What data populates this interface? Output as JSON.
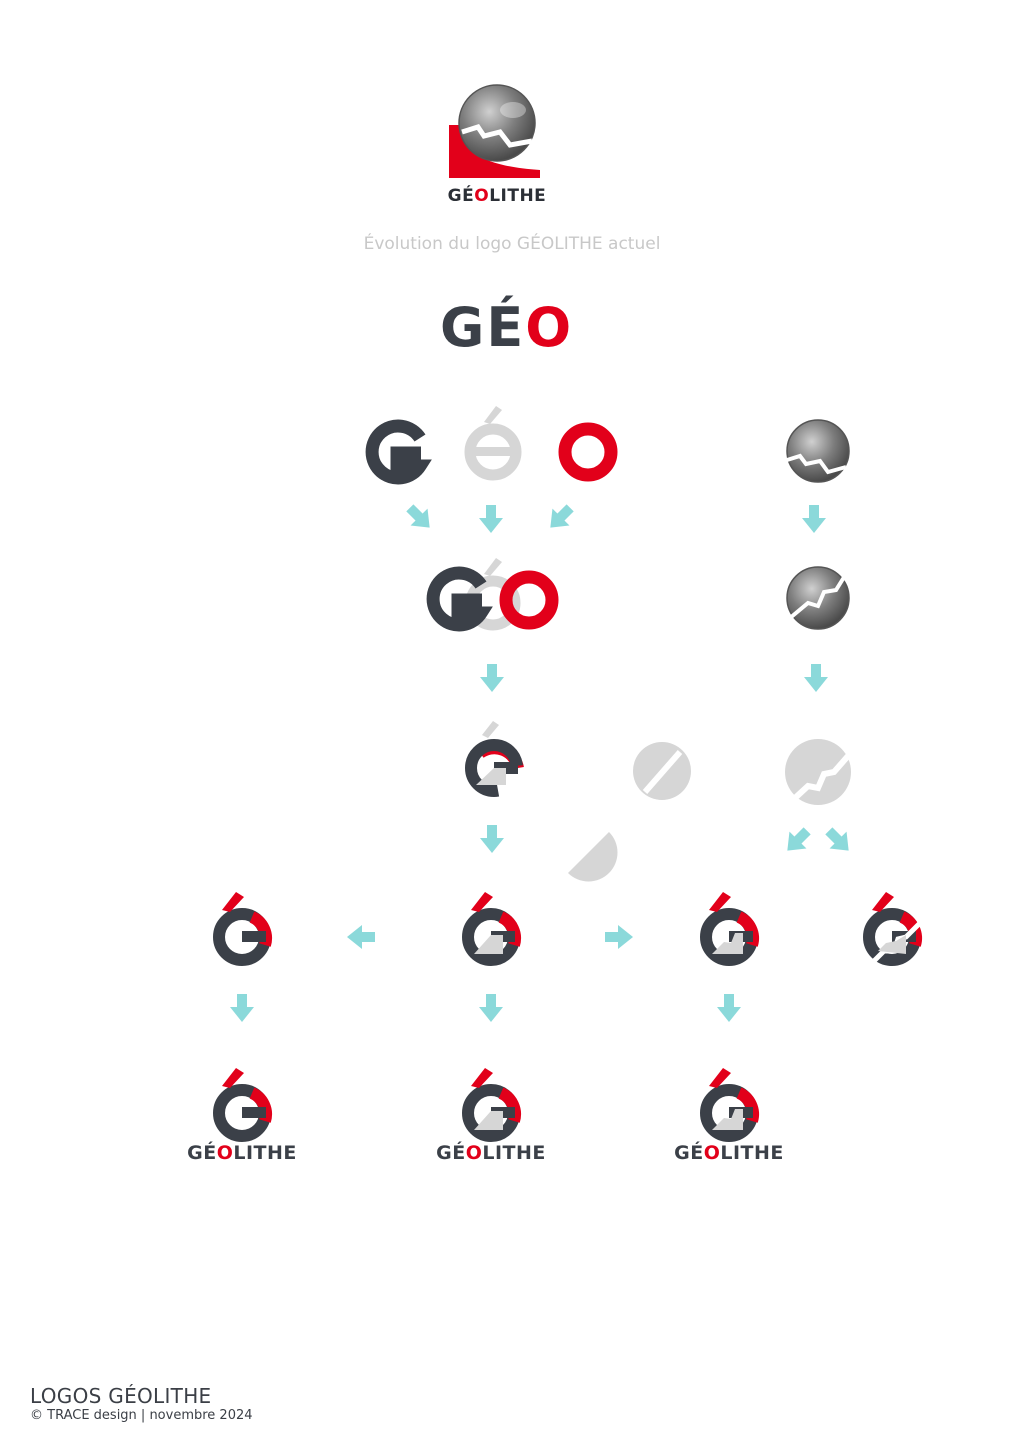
{
  "caption": "Évolution du logo GÉOLITHE actuel",
  "big_word": {
    "dark": "GÉ",
    "red": "O"
  },
  "letters": {
    "g": "G",
    "e": "é",
    "o": "O"
  },
  "wordmark": {
    "pre": "GÉ",
    "red": "O",
    "post": "LITHE"
  },
  "footer": {
    "title": "LOGOS GÉOLITHE",
    "credit": "© TRACE design | novembre 2024"
  },
  "colors": {
    "dark": "#3b4048",
    "red": "#e2001a",
    "grey": "#d6d6d6",
    "arrow": "#8bd9da",
    "caption": "#c8c8c8"
  },
  "icons": [
    "arrow-down-icon",
    "arrow-left-icon",
    "arrow-right-icon",
    "arrow-diagonal-icon",
    "stone-sphere-icon"
  ]
}
